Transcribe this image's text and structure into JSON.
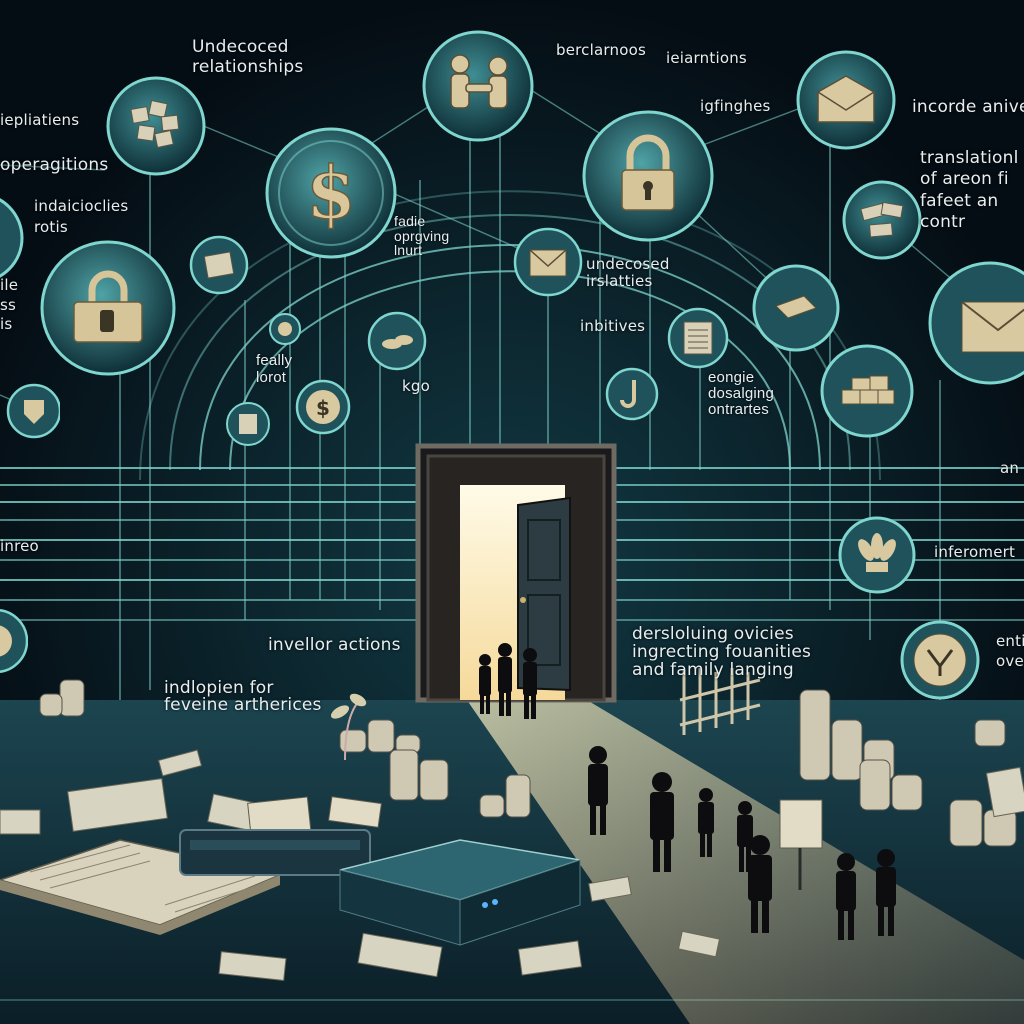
{
  "labels": {
    "undecoced_relationships": "Undecoced\nrelationships",
    "berclarnoos": "berclarnoos",
    "ieiarntions": "ieiarntions",
    "iepliatiens": "iepliatiens",
    "igfinghes": "igfinghes",
    "incorde_anive": "incorde anive",
    "operagitions": "operagitions",
    "translationl": "translationl\nof areon fi\nfafeet an\ncontr",
    "indaicioclies": "indaicioclies\nrotis",
    "fadie": "fadie\noprgving\nlnurt",
    "undecosed_irslatties": "undecosed\nirslatties",
    "ile": "ile\nss\nis",
    "inbitives": "inbitives",
    "feally": "feally\nlorot",
    "kgo": "kgo",
    "eongie": "eongie\ndosalging\nontrartes",
    "an": "an",
    "inreo": "inreo",
    "inferomert": "inferomert",
    "invellor_actions": "invellor actions",
    "dersloluing": "dersloluing ovicies\ningrecting fouanities\nand family langing",
    "enti": "enti\nove",
    "indlopien": "indlopien for\nfeveine artherices"
  },
  "colors": {
    "background": "#061019",
    "circuit": "#7fd6cf",
    "node_fill": "#1d4e56",
    "doorway_light": "#fff6cf",
    "floor": "#13323d"
  },
  "icons": {
    "dollar": "dollar-icon",
    "padlock": "padlock-icon",
    "handshake": "handshake-icon",
    "envelope": "envelope-icon",
    "documents": "documents-icon"
  }
}
